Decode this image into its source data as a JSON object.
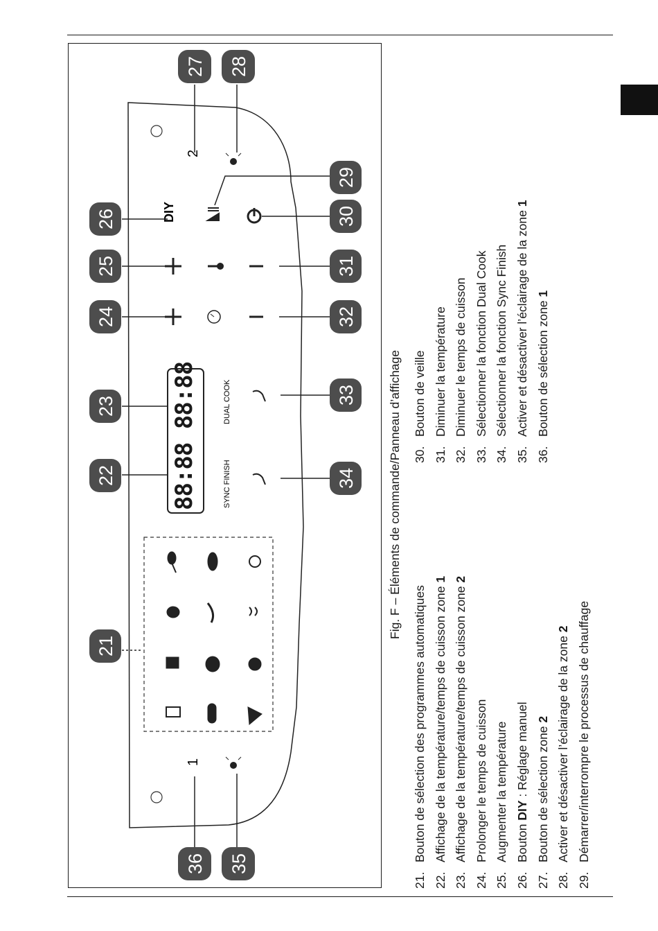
{
  "figure": {
    "caption": "Fig. F – Éléments de commande/Panneau d’affichage",
    "callouts": [
      "21",
      "22",
      "23",
      "24",
      "25",
      "26",
      "27",
      "28",
      "29",
      "30",
      "31",
      "32",
      "33",
      "34",
      "35",
      "36"
    ],
    "panel_text": {
      "zone1": "1",
      "zone2": "2",
      "diy": "DIY",
      "display": "88:88 88:88",
      "sync_finish": "SYNC FINISH",
      "dual_cook": "DUAL COOK"
    }
  },
  "legend_left": [
    {
      "num": "21.",
      "text": "Bouton de sélection des programmes automatiques"
    },
    {
      "num": "22.",
      "text": "Affichage de la température/temps de cuisson zone ",
      "bold": "1"
    },
    {
      "num": "23.",
      "text": "Affichage de la température/temps de cuisson zone ",
      "bold": "2"
    },
    {
      "num": "24.",
      "text": "Prolonger le temps de cuisson"
    },
    {
      "num": "25.",
      "text": "Augmenter la température"
    },
    {
      "num": "26.",
      "pre": "Bouton ",
      "bold": "DIY",
      "text": " : Réglage manuel"
    },
    {
      "num": "27.",
      "text": "Bouton de sélection zone ",
      "bold": "2"
    },
    {
      "num": "28.",
      "text": "Activer et désactiver l’éclairage de la zone ",
      "bold": "2"
    },
    {
      "num": "29.",
      "text": "Démarrer/interrompre le processus de chauffage"
    }
  ],
  "legend_right": [
    {
      "num": "30.",
      "text": "Bouton de veille"
    },
    {
      "num": "31.",
      "text": "Diminuer la température"
    },
    {
      "num": "32.",
      "text": "Diminuer le temps de cuisson"
    },
    {
      "num": "33.",
      "text": "Sélectionner la fonction Dual Cook"
    },
    {
      "num": "34.",
      "text": "Sélectionner la fonction Sync Finish"
    },
    {
      "num": "35.",
      "text": "Activer et désactiver l’éclairage de la zone ",
      "bold": "1"
    },
    {
      "num": "36.",
      "text": "Bouton de sélection zone ",
      "bold": "1"
    }
  ]
}
